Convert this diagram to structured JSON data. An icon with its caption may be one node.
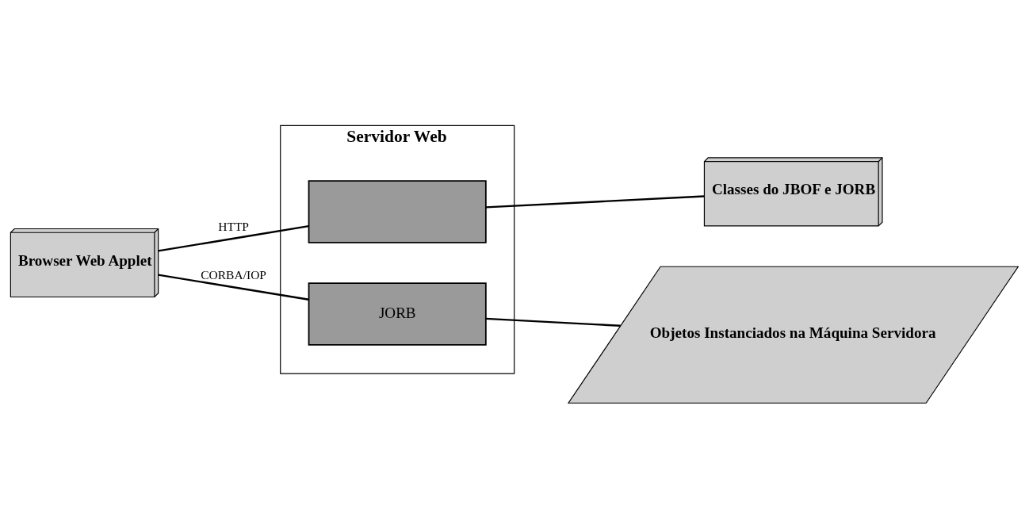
{
  "diagram": {
    "nodes": [
      {
        "text": [
          "Browser Web Applet"
        ]
      },
      {
        "text": [
          "Servidor Web"
        ]
      },
      {
        "text": [],
        "shape": "box",
        "in": 1
      },
      {
        "text": [
          "JORB"
        ],
        "in": 1
      },
      {
        "text": [
          "Classes do JBOF e JORB"
        ]
      },
      {
        "text": [
          "Objetos Instanciados na Máquina Servidora"
        ]
      }
    ],
    "edges": [
      {
        "from": 0,
        "to": 2,
        "arrow": "none",
        "label": "HTTP"
      },
      {
        "from": 0,
        "to": 3,
        "arrow": "none",
        "label": "CORBA/IOP"
      },
      {
        "from": 2,
        "to": 4,
        "arrow": "none"
      },
      {
        "from": 3,
        "to": 5,
        "arrow": "none"
      }
    ]
  }
}
